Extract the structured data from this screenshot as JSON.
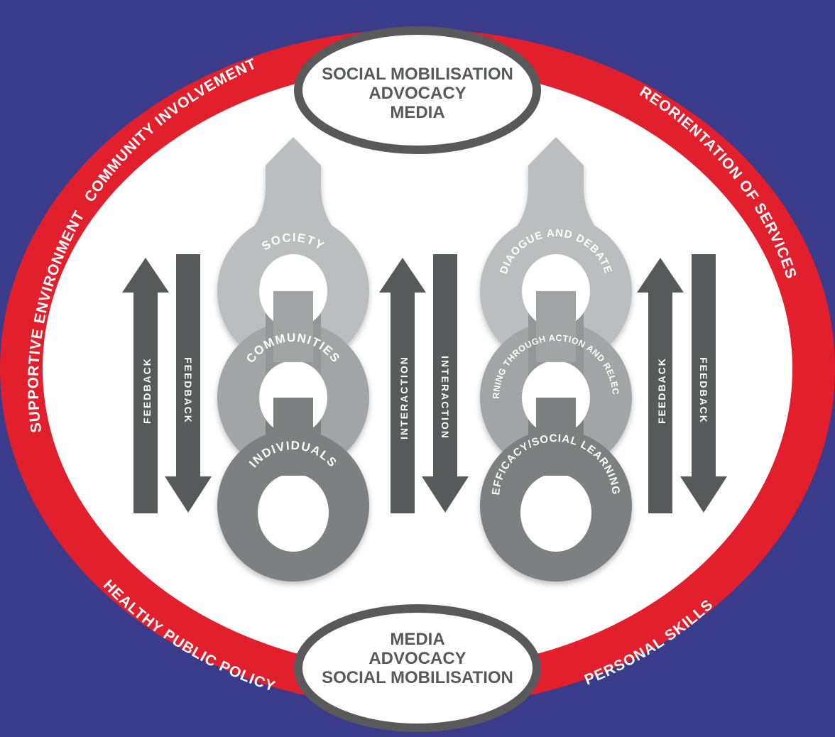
{
  "colors": {
    "background": "#3b3b8c",
    "ring": "#e21f2c",
    "inner": "#ffffff",
    "pill_border": "#59595b",
    "chain_light": "#bcbdbf",
    "chain_mid": "#a3a4a6",
    "chain_dark": "#7e7f81",
    "arrow": "#58595b",
    "text_dark": "#58595b",
    "text_light": "#ffffff"
  },
  "top_pill": {
    "line1": "SOCIAL MOBILISATION",
    "line2": "ADVOCACY",
    "line3": "MEDIA"
  },
  "bottom_pill": {
    "line1": "MEDIA",
    "line2": "ADVOCACY",
    "line3": "SOCIAL MOBILISATION"
  },
  "ring_labels": {
    "community_involvement": "COMMUNITY INVOLVEMENT",
    "reorientation_of_services": "REORIENTATION OF SERVICES",
    "supportive_environment": "SUPPORTIVE ENVIRONMENT",
    "healthy_public_policy": "HEALTHY PUBLIC POLICY",
    "personal_skills": "PERSONAL SKILLS"
  },
  "left_chain": {
    "top": "SOCIETY",
    "middle": "COMMUNITIES",
    "bottom": "INDIVIDUALS"
  },
  "right_chain": {
    "top": "DIAOGUE AND DEBATE",
    "middle": "LEARNING THROUGH ACTION AND RELECTION",
    "bottom": "EFFICACY/SOCIAL LEARNING"
  },
  "arrows": {
    "left_up": "FEEDBACK",
    "left_down": "FEEDBACK",
    "middle_up": "INTERACTION",
    "middle_down": "INTERACTION",
    "right_up": "FEEDBACK",
    "right_down": "FEEDBACK"
  }
}
